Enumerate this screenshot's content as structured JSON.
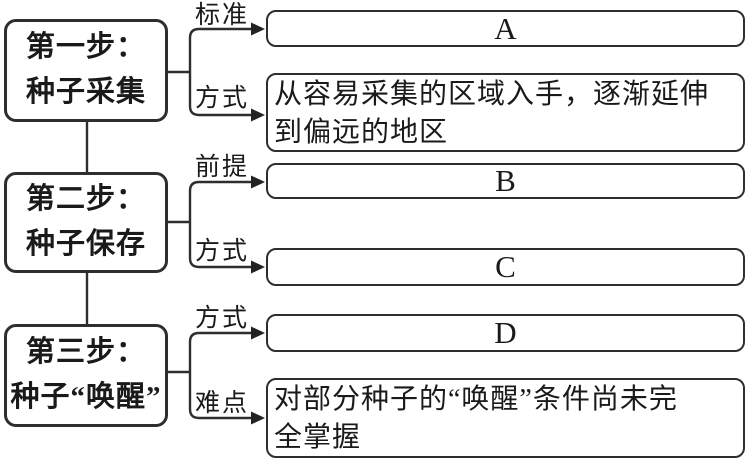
{
  "page": {
    "background_color": "#ffffff",
    "line_color": "#2e2e2e",
    "text_color": "#1a1a1a"
  },
  "steps": [
    {
      "box_lines": [
        "第一步：",
        "种子采集"
      ],
      "full_title": "第一步：种子采集",
      "branches": [
        {
          "label": "标准",
          "content": "A"
        },
        {
          "label": "方式",
          "full_text": "从容易采集的区域入手，逐渐延伸到偏远的地区",
          "lines": [
            "从容易采集的区域入手，逐渐延伸",
            "到偏远的地区"
          ]
        }
      ]
    },
    {
      "box_lines": [
        "第二步：",
        "种子保存"
      ],
      "full_title": "第二步：种子保存",
      "branches": [
        {
          "label": "前提",
          "content": "B"
        },
        {
          "label": "方式",
          "content": "C"
        }
      ]
    },
    {
      "box_lines": [
        "第三步：",
        "种子“唤醒”"
      ],
      "full_title": "第三步：种子“唤醒”",
      "branches": [
        {
          "label": "方式",
          "content": "D"
        },
        {
          "label": "难点",
          "full_text": "对部分种子的“唤醒”条件尚未完全掌握",
          "lines": [
            "对部分种子的“唤醒”条件尚未完",
            "全掌握"
          ]
        }
      ]
    }
  ]
}
